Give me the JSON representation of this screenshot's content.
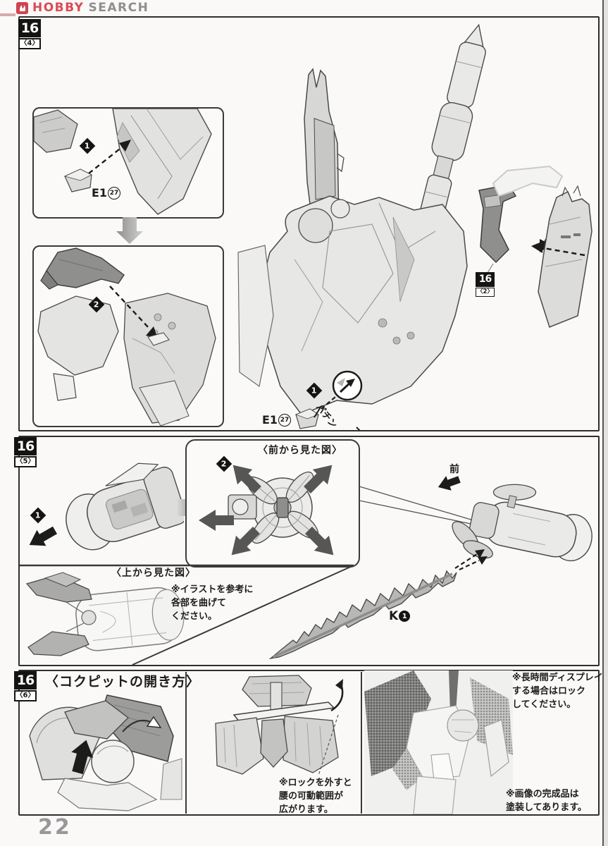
{
  "header": {
    "brand_icon": "flame-icon",
    "brand_primary": "HOBBY",
    "brand_secondary": "SEARCH"
  },
  "footer": {
    "page_number": "22"
  },
  "colors": {
    "brand_red": "#d94b56",
    "brand_gray": "#8f8f8d",
    "ink": "#1c1c1a",
    "badge_black": "#141412",
    "paper": "#faf9f7",
    "arrow_dark_gray": "#565654",
    "part_light_gray": "#e4e4e2",
    "part_dark_gray": "#8f8f8d"
  },
  "sections": {
    "s4": {
      "step": "16",
      "sub": "〈4〉",
      "marker_1": "1",
      "marker_2": "2",
      "part_e1": {
        "code": "E1",
        "runner_no": "27"
      },
      "ref_badge": {
        "step": "16",
        "sub": "〈2〉"
      },
      "sfx_snap": "パチン"
    },
    "s5": {
      "step": "16",
      "sub": "〈5〉",
      "marker_1": "1",
      "marker_2": "2",
      "front_view_caption": "〈前から見た図〉",
      "top_view_caption": "〈上から見た図〉",
      "bend_note": "※イラストを参考に\n各部を曲げて\nください。",
      "front_label": "前",
      "part_k": {
        "code": "K",
        "runner_no": "1"
      }
    },
    "s6": {
      "step": "16",
      "sub": "〈6〉",
      "title": "〈コクピットの開き方〉",
      "lock_note": "※ロックを外すと\n腰の可動範囲が\n広がります。",
      "display_note": "※長時間ディスプレイ\nする場合はロック\nしてください。",
      "painted_note": "※画像の完成品は\n塗装してあります。"
    }
  }
}
